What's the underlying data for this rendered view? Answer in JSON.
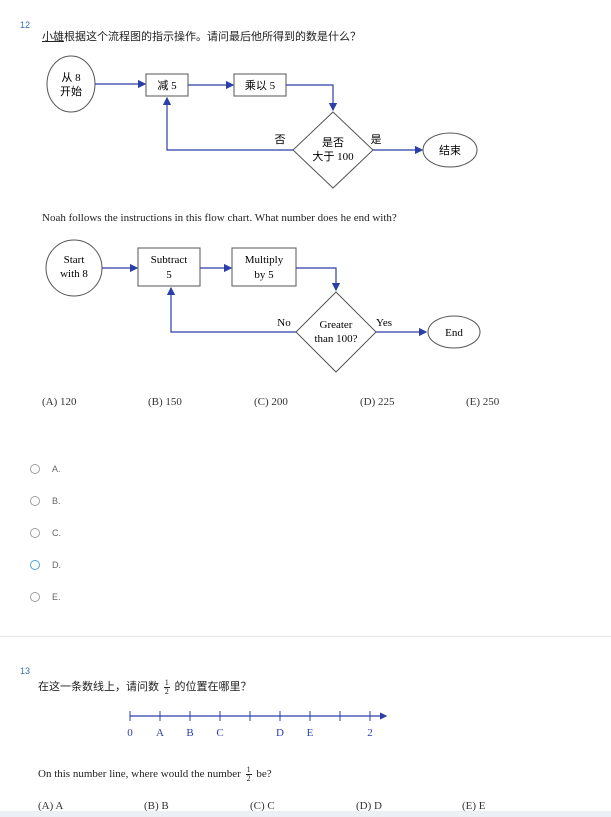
{
  "q12": {
    "number": "12",
    "stem_cn_underlined": "小雄",
    "stem_cn_rest": "根据这个流程图的指示操作。请问最后他所得到的数是什么？",
    "flow_cn": {
      "start": [
        "从 8",
        "开始"
      ],
      "subtract": "减 5",
      "multiply": "乘以 5",
      "decision": [
        "是否",
        "大于 100"
      ],
      "no": "否",
      "yes": "是",
      "end": "结束"
    },
    "stem_en": "Noah follows the instructions in this flow chart. What number does he end with?",
    "flow_en": {
      "start": [
        "Start",
        "with 8"
      ],
      "subtract": [
        "Subtract",
        "5"
      ],
      "multiply": [
        "Multiply",
        "by 5"
      ],
      "decision": [
        "Greater",
        "than 100?"
      ],
      "no": "No",
      "yes": "Yes",
      "end": "End"
    },
    "answers": [
      "(A) 120",
      "(B) 150",
      "(C) 200",
      "(D) 225",
      "(E) 250"
    ],
    "options": [
      "A.",
      "B.",
      "C.",
      "D.",
      "E."
    ]
  },
  "q13": {
    "number": "13",
    "stem_cn_before": "在这一条数线上，请问数",
    "stem_cn_after": "的位置在哪里？",
    "fraction": {
      "num": "1",
      "den": "2"
    },
    "numberline_labels": [
      "0",
      "A",
      "B",
      "C",
      "D",
      "E",
      "2"
    ],
    "stem_en_before": "On this number line, where would the number",
    "stem_en_after": "be?",
    "answers": [
      "(A) A",
      "(B) B",
      "(C) C",
      "(D) D",
      "(E) E"
    ]
  },
  "colors": {
    "flow_blue": "#2a3fa8",
    "link_blue": "#3a6ea5",
    "radio_focus": "#4aa3df"
  }
}
